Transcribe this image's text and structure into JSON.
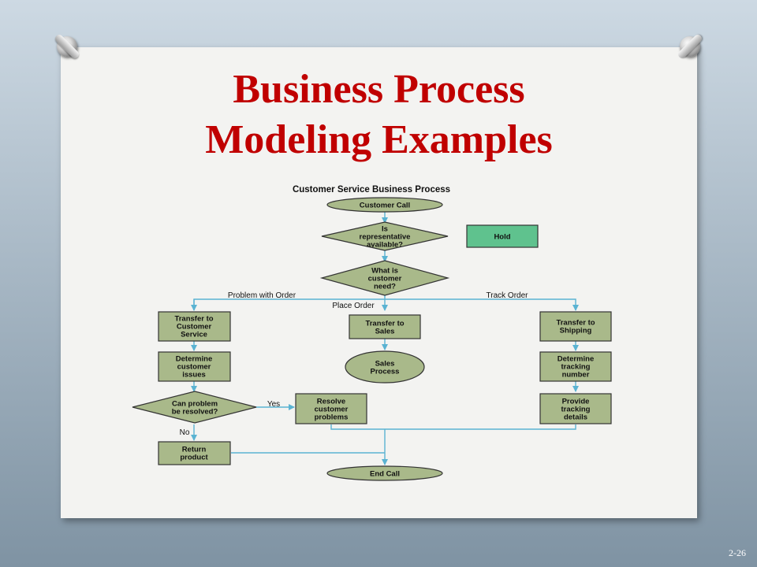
{
  "slide": {
    "title_line1": "Business Process",
    "title_line2": "Modeling Examples",
    "page_number": "2-26"
  },
  "diagram": {
    "title": "Customer Service Business Process",
    "nodes": {
      "customer_call": [
        "Customer Call"
      ],
      "rep_available": [
        "Is",
        "representative",
        "available?"
      ],
      "hold": [
        "Hold"
      ],
      "customer_need": [
        "What is",
        "customer",
        "need?"
      ],
      "transfer_cs": [
        "Transfer to",
        "Customer",
        "Service"
      ],
      "transfer_sales": [
        "Transfer to",
        "Sales"
      ],
      "transfer_shipping": [
        "Transfer to",
        "Shipping"
      ],
      "determine_issues": [
        "Determine",
        "customer",
        "issues"
      ],
      "sales_process": [
        "Sales",
        "Process"
      ],
      "determine_tracking": [
        "Determine",
        "tracking",
        "number"
      ],
      "can_resolve": [
        "Can problem",
        "be resolved?"
      ],
      "resolve_problems": [
        "Resolve",
        "customer",
        "problems"
      ],
      "provide_tracking": [
        "Provide",
        "tracking",
        "details"
      ],
      "return_product": [
        "Return",
        "product"
      ],
      "end_call": [
        "End Call"
      ]
    },
    "edge_labels": {
      "problem_with_order": "Problem with Order",
      "place_order": "Place Order",
      "track_order": "Track Order",
      "yes": "Yes",
      "no": "No"
    },
    "colors": {
      "node_fill": "#a9b98a",
      "hold_fill": "#5fc28e",
      "arrow": "#5ab3d2",
      "text": "#111111"
    }
  }
}
